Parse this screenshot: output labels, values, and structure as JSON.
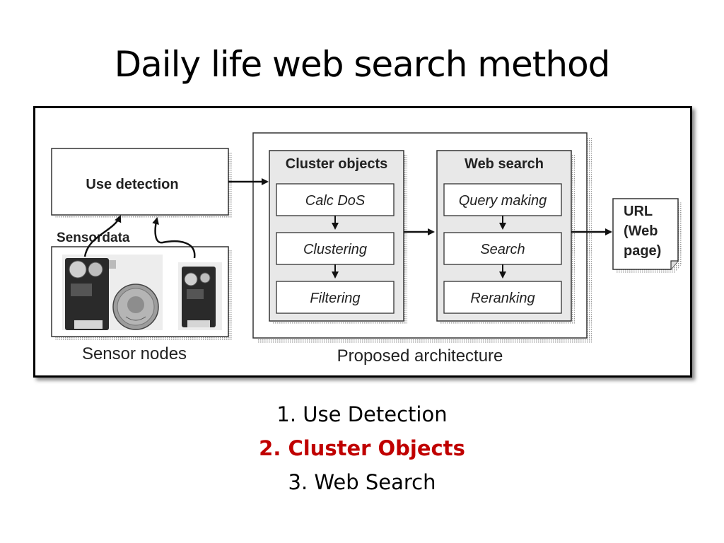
{
  "slide": {
    "title": "Daily life web search method"
  },
  "diagram": {
    "use_detection_label": "Use detection",
    "sensordata_label": "Sensordata",
    "sensor_nodes_label": "Sensor nodes",
    "proposed_architecture_label": "Proposed architecture",
    "cluster_objects": {
      "title": "Cluster objects",
      "steps": [
        "Calc DoS",
        "Clustering",
        "Filtering"
      ]
    },
    "web_search": {
      "title": "Web search",
      "steps": [
        "Query making",
        "Search",
        "Reranking"
      ]
    },
    "output_lines": [
      "URL",
      "(Web",
      "page)"
    ]
  },
  "steps_list": [
    {
      "text": "1. Use Detection",
      "active": false
    },
    {
      "text": "2. Cluster Objects",
      "active": true
    },
    {
      "text": "3. Web Search",
      "active": false
    }
  ],
  "colors": {
    "active_step": "#c00000",
    "panel_fill": "#e8e8e8",
    "frame_border": "#000000"
  }
}
